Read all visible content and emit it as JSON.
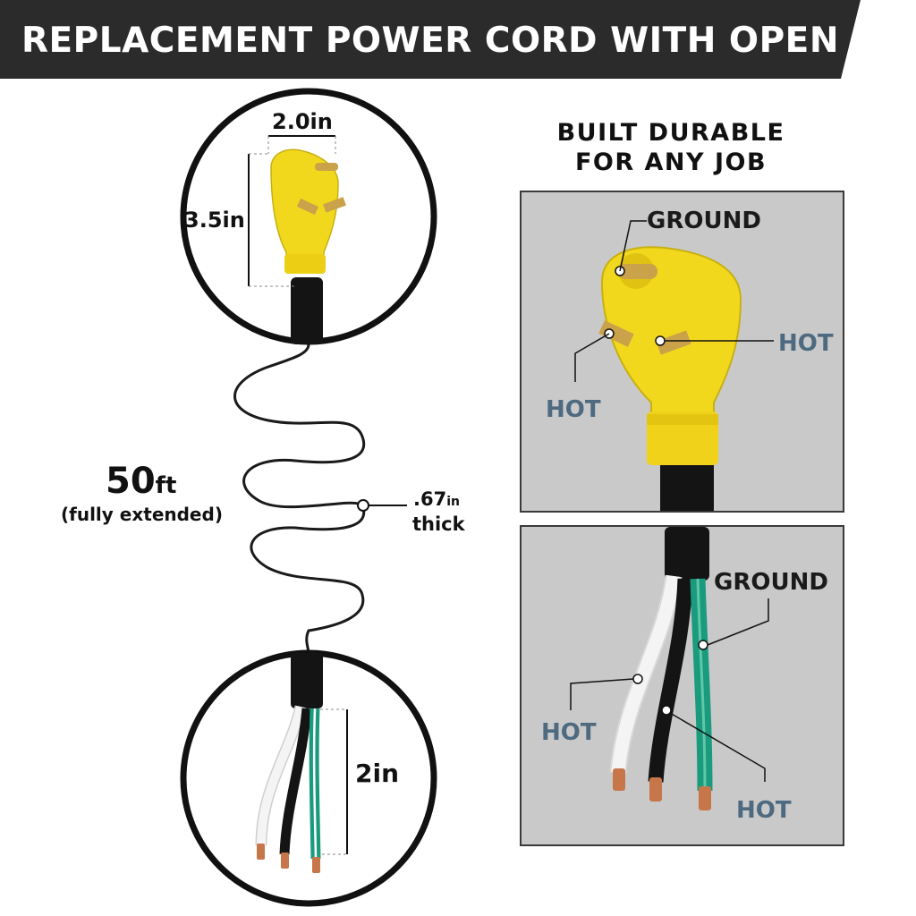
{
  "header": {
    "title": "REPLACEMENT POWER CORD WITH OPEN END",
    "background_color": "#2b2b2b"
  },
  "tagline": {
    "line1": "BUILT DURABLE",
    "line2": "FOR ANY JOB"
  },
  "plug_detail": {
    "width_label": "2.0in",
    "height_label": "3.5in"
  },
  "cord": {
    "length_value": "50",
    "length_unit": "ft",
    "length_note": "(fully extended)",
    "thickness_value": ".67",
    "thickness_unit": "in",
    "thickness_note": "thick"
  },
  "open_end_detail": {
    "strip_label": "2in"
  },
  "plug_panel": {
    "ground_label": "GROUND",
    "hot_right_label": "HOT",
    "hot_left_label": "HOT"
  },
  "wire_panel": {
    "ground_label": "GROUND",
    "hot_left_label": "HOT",
    "hot_bottom_label": "HOT"
  },
  "colors": {
    "plug_yellow": "#f2d81d",
    "pin_brass": "#c9a24a",
    "wire_green": "#1a9b7d",
    "wire_white": "#f4f4f4",
    "cord_black": "#141414",
    "copper": "#c7764a",
    "label_blue": "#4d6a80",
    "panel_gray": "#c9c9c9"
  }
}
